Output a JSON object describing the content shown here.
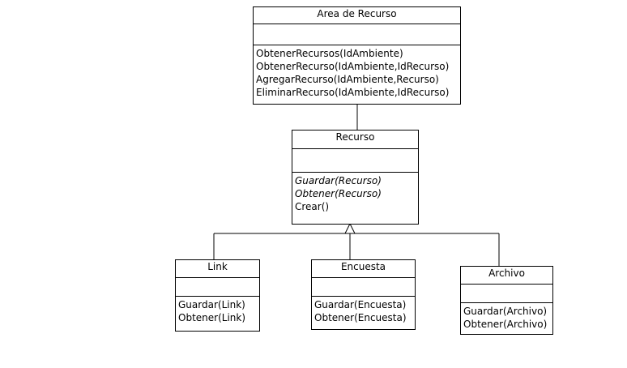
{
  "classes": {
    "area": {
      "name": "Area de Recurso",
      "methods": [
        "ObtenerRecursos(IdAmbiente)",
        "ObtenerRecurso(IdAmbiente,IdRecurso)",
        "AgregarRecurso(IdAmbiente,Recurso)",
        "EliminarRecurso(IdAmbiente,IdRecurso)"
      ]
    },
    "recurso": {
      "name": "Recurso",
      "methods": [
        "Guardar(Recurso)",
        "Obtener(Recurso)",
        "Crear()"
      ]
    },
    "link": {
      "name": "Link",
      "methods": [
        "Guardar(Link)",
        "Obtener(Link)"
      ]
    },
    "encuesta": {
      "name": "Encuesta",
      "methods": [
        "Guardar(Encuesta)",
        "Obtener(Encuesta)"
      ]
    },
    "archivo": {
      "name": "Archivo",
      "methods": [
        "Guardar(Archivo)",
        "Obtener(Archivo)"
      ]
    }
  }
}
